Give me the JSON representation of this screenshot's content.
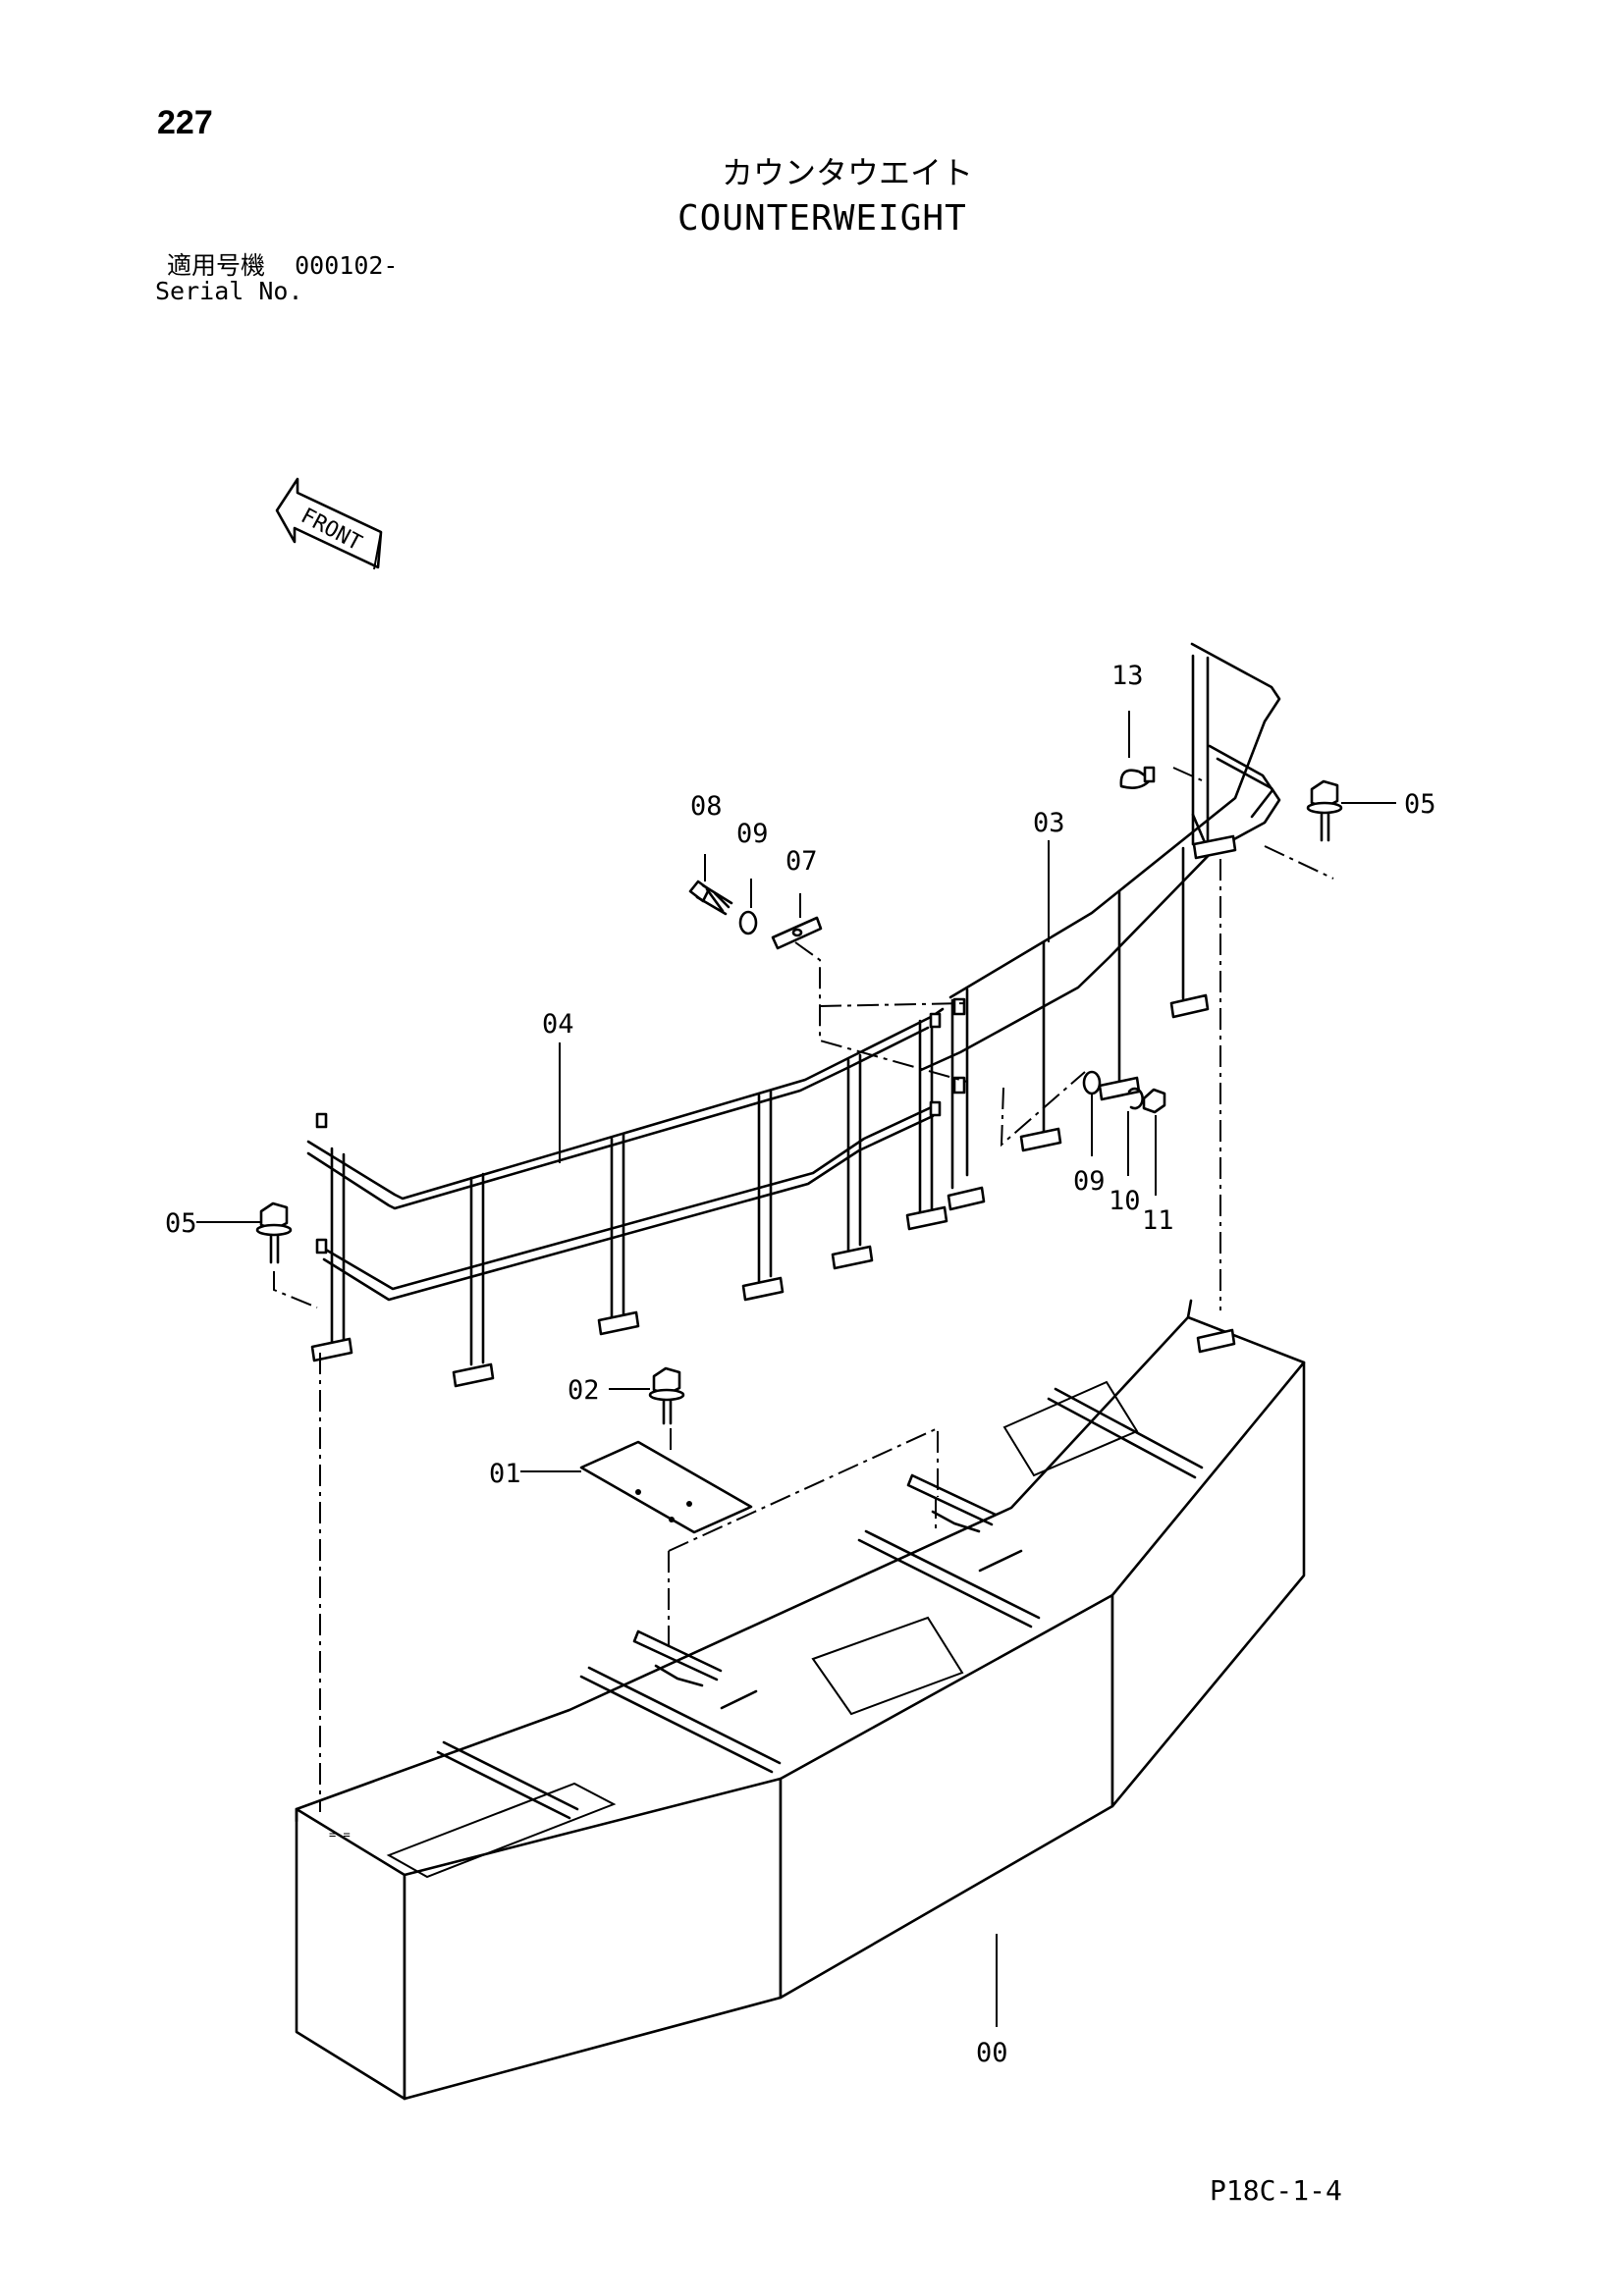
{
  "header": {
    "page_number": "227",
    "title_ja": "カウンタウエイト",
    "title_en": "COUNTERWEIGHT",
    "serial_label_ja": "適用号機",
    "serial_value": "000102-",
    "serial_label_en": "Serial No."
  },
  "front_indicator": {
    "label": "FRONT",
    "icon": "front-arrow-icon"
  },
  "callouts": [
    "00",
    "01",
    "02",
    "03",
    "04",
    "05",
    "05",
    "07",
    "08",
    "09",
    "09",
    "10",
    "11",
    "13"
  ],
  "footer": {
    "code": "P18C-1-4"
  }
}
